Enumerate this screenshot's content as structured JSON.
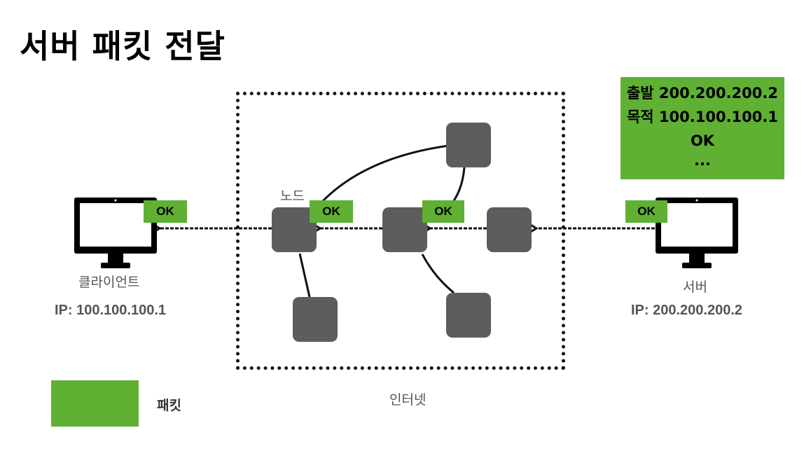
{
  "title": "서버 패킷 전달",
  "colors": {
    "packet": "#5fb033",
    "node": "#5d5d5d"
  },
  "internet_label": "인터넷",
  "node_label": "노드",
  "client": {
    "label": "클라이언트",
    "ip": "IP: 100.100.100.1",
    "icon": "monitor-icon"
  },
  "server": {
    "label": "서버",
    "ip": "IP: 200.200.200.2",
    "icon": "monitor-icon"
  },
  "packet_info": {
    "source": "출발 200.200.200.2",
    "destination": "목적 100.100.100.1",
    "payload": "OK",
    "more": "..."
  },
  "ok_tags": [
    "OK",
    "OK",
    "OK",
    "OK"
  ],
  "legend": {
    "label": "패킷"
  }
}
